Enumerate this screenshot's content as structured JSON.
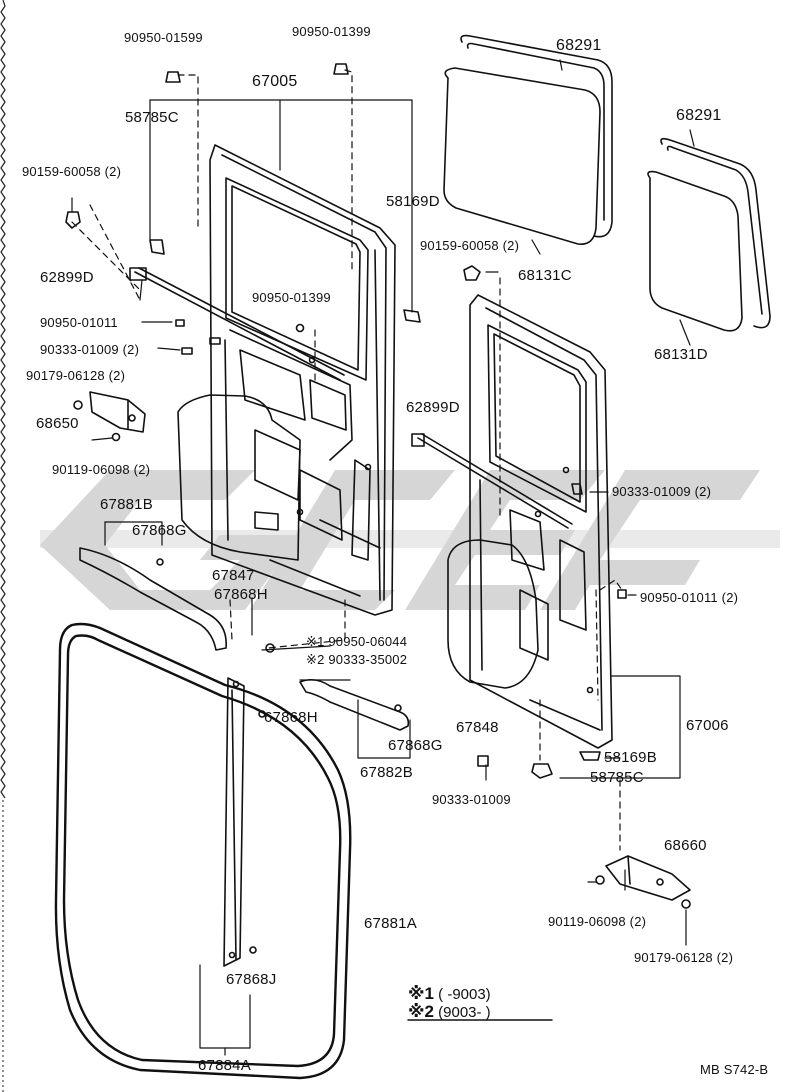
{
  "diagram_code": "MB S742-B",
  "part_labels": [
    {
      "id": "p1",
      "text": "90950-01599"
    },
    {
      "id": "p2",
      "text": "90950-01399"
    },
    {
      "id": "p3",
      "text": "67005"
    },
    {
      "id": "p4",
      "text": "58785C"
    },
    {
      "id": "p5",
      "text": "90159-60058 (2)"
    },
    {
      "id": "p6",
      "text": "58169D"
    },
    {
      "id": "p7",
      "text": "62899D"
    },
    {
      "id": "p8",
      "text": "90950-01399"
    },
    {
      "id": "p9",
      "text": "90950-01011"
    },
    {
      "id": "p10",
      "text": "90333-01009 (2)"
    },
    {
      "id": "p11",
      "text": "90179-06128 (2)"
    },
    {
      "id": "p12",
      "text": "68650"
    },
    {
      "id": "p13",
      "text": "90119-06098 (2)"
    },
    {
      "id": "p14",
      "text": "67881B"
    },
    {
      "id": "p15",
      "text": "67868G"
    },
    {
      "id": "p16",
      "text": "67847"
    },
    {
      "id": "p17",
      "text": "67868H"
    },
    {
      "id": "p18",
      "text": "68291"
    },
    {
      "id": "p19",
      "text": "68291"
    },
    {
      "id": "p20",
      "text": "90159-60058 (2)"
    },
    {
      "id": "p21",
      "text": "68131C"
    },
    {
      "id": "p22",
      "text": "68131D"
    },
    {
      "id": "p23",
      "text": "62899D"
    },
    {
      "id": "p24",
      "text": "90333-01009 (2)"
    },
    {
      "id": "p25",
      "text": "90950-01011 (2)"
    },
    {
      "id": "p26",
      "text": "※1 90950-06044"
    },
    {
      "id": "p27",
      "text": "※2 90333-35002"
    },
    {
      "id": "p28",
      "text": "67868H"
    },
    {
      "id": "p29",
      "text": "67848"
    },
    {
      "id": "p30",
      "text": "67006"
    },
    {
      "id": "p31",
      "text": "67868G"
    },
    {
      "id": "p32",
      "text": "67882B"
    },
    {
      "id": "p33",
      "text": "58169B"
    },
    {
      "id": "p34",
      "text": "58785C"
    },
    {
      "id": "p35",
      "text": "90333-01009"
    },
    {
      "id": "p36",
      "text": "68660"
    },
    {
      "id": "p37",
      "text": "67881A"
    },
    {
      "id": "p38",
      "text": "90119-06098 (2)"
    },
    {
      "id": "p39",
      "text": "90179-06128 (2)"
    },
    {
      "id": "p40",
      "text": "67868J"
    },
    {
      "id": "p41",
      "text": "67884A"
    }
  ],
  "footnotes": [
    {
      "mark": "※1",
      "text": "(      -9003)"
    },
    {
      "mark": "※2",
      "text": "(9003-      )"
    }
  ]
}
